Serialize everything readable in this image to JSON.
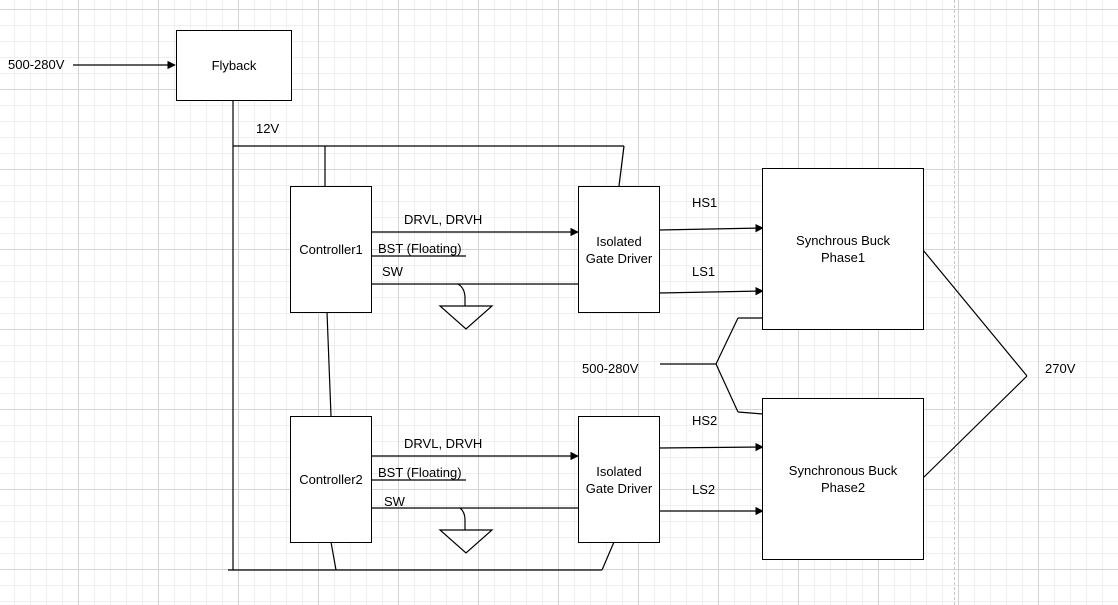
{
  "blocks": {
    "flyback": "Flyback",
    "controller1": "Controller1",
    "controller2": "Controller2",
    "gate_driver1": "Isolated\nGate Driver",
    "gate_driver2": "Isolated\nGate Driver",
    "buck1": "Synchrous Buck\nPhase1",
    "buck2": "Synchronous Buck\nPhase2"
  },
  "labels": {
    "input_top": "500-280V",
    "input_mid": "500-280V",
    "rail_12v": "12V",
    "drv1": "DRVL, DRVH",
    "bst1": "BST (Floating)",
    "sw1": "SW",
    "drv2": "DRVL, DRVH",
    "bst2": "BST (Floating)",
    "sw2": "SW",
    "hs1": "HS1",
    "ls1": "LS1",
    "hs2": "HS2",
    "ls2": "LS2",
    "output": "270V"
  },
  "colors": {
    "line": "#000000",
    "grid": "#d4d4d4"
  }
}
